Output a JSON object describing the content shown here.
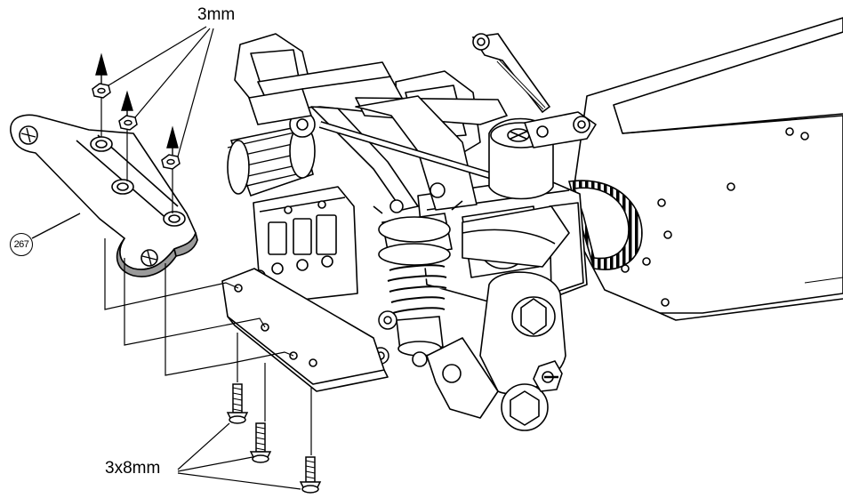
{
  "labels": {
    "nut_size": "3mm",
    "screw_size": "3x8mm",
    "part_number": "267"
  },
  "colors": {
    "line": "#000000",
    "fill": "#ffffff",
    "shade": "#9a9a9a"
  },
  "icons": {
    "removal_arrow": "arrow-up-icon"
  }
}
